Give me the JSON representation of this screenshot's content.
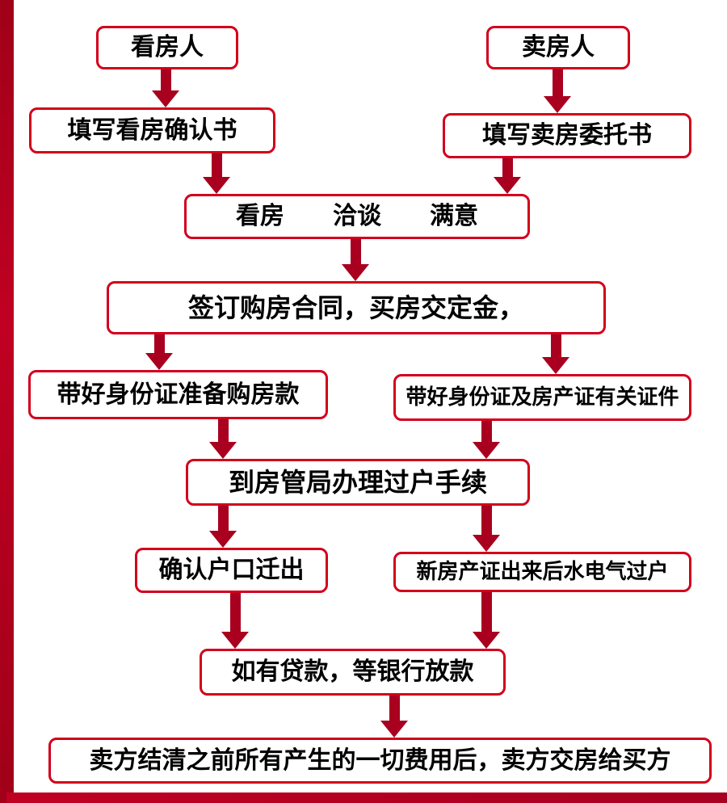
{
  "colors": {
    "border": "#d2001c",
    "arrow": "#a8001e",
    "bar": "#b30020"
  },
  "nodes": {
    "viewer": {
      "label": "看房人"
    },
    "seller": {
      "label": "卖房人"
    },
    "viewer_form": {
      "label": "填写看房确认书"
    },
    "seller_form": {
      "label": "填写卖房委托书"
    },
    "view_negotiate": {
      "items": [
        "看房",
        "洽谈",
        "满意"
      ]
    },
    "sign_contract": {
      "label": "签订购房合同，买房交定金，"
    },
    "buyer_prepare": {
      "label": "带好身份证准备购房款"
    },
    "seller_prepare": {
      "label": "带好身份证及房产证有关证件"
    },
    "transfer": {
      "label": "到房管局办理过户手续"
    },
    "hukou": {
      "label": "确认户口迁出"
    },
    "utilities": {
      "label": "新房产证出来后水电气过户"
    },
    "loan": {
      "label": "如有贷款，等银行放款"
    },
    "handover": {
      "label": "卖方结清之前所有产生的一切费用后，卖方交房给买方"
    }
  },
  "edges": [
    {
      "from": "viewer",
      "to": "viewer_form"
    },
    {
      "from": "seller",
      "to": "seller_form"
    },
    {
      "from": "viewer_form",
      "to": "view_negotiate"
    },
    {
      "from": "seller_form",
      "to": "view_negotiate"
    },
    {
      "from": "view_negotiate",
      "to": "sign_contract"
    },
    {
      "from": "sign_contract",
      "to": "buyer_prepare"
    },
    {
      "from": "sign_contract",
      "to": "seller_prepare"
    },
    {
      "from": "buyer_prepare",
      "to": "transfer"
    },
    {
      "from": "seller_prepare",
      "to": "transfer"
    },
    {
      "from": "transfer",
      "to": "hukou"
    },
    {
      "from": "transfer",
      "to": "utilities"
    },
    {
      "from": "hukou",
      "to": "loan"
    },
    {
      "from": "utilities",
      "to": "loan"
    },
    {
      "from": "loan",
      "to": "handover"
    }
  ]
}
